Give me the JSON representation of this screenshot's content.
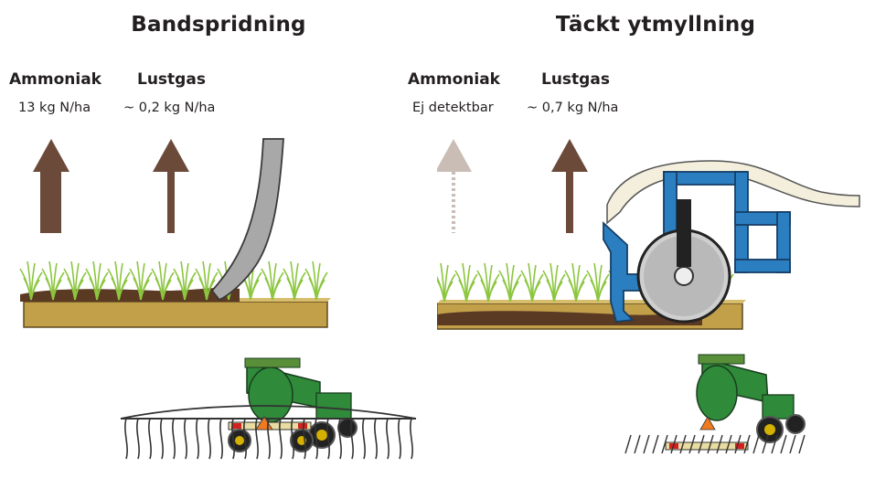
{
  "panels": [
    {
      "title": "Bandspridning",
      "gases": [
        {
          "name": "Ammoniak",
          "value": "13 kg N/ha"
        },
        {
          "name": "Lustgas",
          "value": "~ 0,2 kg N/ha"
        }
      ]
    },
    {
      "title": "Täckt ytmyllning",
      "gases": [
        {
          "name": "Ammoniak",
          "value": "Ej detektbar"
        },
        {
          "name": "Lustgas",
          "value": "~ 0,7 kg N/ha"
        }
      ]
    }
  ],
  "colors": {
    "arrow_brown": "#6b4a3a",
    "arrow_faded": "#c9bdb5",
    "soil": "#c2a04a",
    "manure": "#5b3a24",
    "grass": "#8cc63f",
    "hose_grey": "#a8a8a8",
    "frame_blue": "#2b7fc1",
    "tank_green": "#2f8a3a"
  }
}
